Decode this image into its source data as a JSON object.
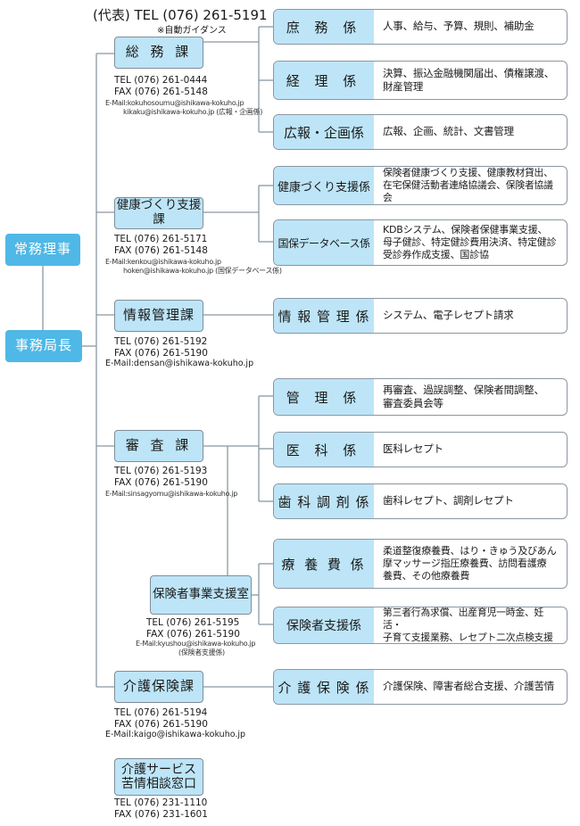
{
  "header": {
    "main_tel": "(代表) TEL (076) 261-5191",
    "auto_guidance": "※自動ガイダンス"
  },
  "executive": {
    "director": "常務理事",
    "secretary_general": "事務局長"
  },
  "divisions": {
    "soumu": {
      "name": "総 務 課",
      "tel": "TEL (076) 261-0444",
      "fax": "FAX (076) 261-5148",
      "mail1": "E-Mail:kokuhosoumu@ishikawa-kokuho.jp",
      "mail2": "kikaku@ishikawa-kokuho.jp (広報・企画係)"
    },
    "kenkou": {
      "name": "健康づくり支援課",
      "tel": "TEL (076) 261-5171",
      "fax": "FAX (076) 261-5148",
      "mail1": "E-Mail:kenkou@ishikawa-kokuho.jp",
      "mail2": "hoken@ishikawa-kokuho.jp (国保データベース係)"
    },
    "jouhou": {
      "name": "情報管理課",
      "tel": "TEL (076) 261-5192",
      "fax": "FAX (076) 261-5190",
      "mail1": "E-Mail:densan@ishikawa-kokuho.jp"
    },
    "shinsa": {
      "name": "審 査 課",
      "tel": "TEL (076) 261-5193",
      "fax": "FAX (076) 261-5190",
      "mail1": "E-Mail:sinsagyomu@ishikawa-kokuho.jp"
    },
    "hokensha": {
      "name": "保険者事業支援室",
      "tel": "TEL (076) 261-5195",
      "fax": "FAX (076) 261-5190",
      "mail1": "E-Mail:kyushou@ishikawa-kokuho.jp",
      "mail2": "(保険者支援係)"
    },
    "kaigo": {
      "name": "介護保険課",
      "tel": "TEL (076) 261-5194",
      "fax": "FAX (076) 261-5190",
      "mail1": "E-Mail:kaigo@ishikawa-kokuho.jp"
    },
    "kaigo_service": {
      "name1": "介護サービス",
      "name2": "苦情相談窓口",
      "tel": "TEL (076) 231-1110",
      "fax": "FAX (076) 231-1601"
    }
  },
  "sections": [
    {
      "name": "庶 務 係",
      "duties": [
        "人事、給与、予算、規則、補助金"
      ]
    },
    {
      "name": "経 理 係",
      "duties": [
        "決算、振込金融機関届出、債権譲渡、",
        "財産管理"
      ]
    },
    {
      "name": "広報・企画係",
      "duties": [
        "広報、企画、統計、文書管理"
      ]
    },
    {
      "name": "健康づくり支援係",
      "duties": [
        "保険者健康づくり支援、健康教材貸出、",
        "在宅保健活動者連絡協議会、保険者協議会"
      ]
    },
    {
      "name": "国保データベース係",
      "duties": [
        "KDBシステム、保険者保健事業支援、",
        "母子健診、特定健診費用決済、特定健診",
        "受診券作成支援、国診協"
      ]
    },
    {
      "name": "情 報 管 理 係",
      "duties": [
        "システム、電子レセプト請求"
      ]
    },
    {
      "name": "管 理 係",
      "duties": [
        "再審査、過誤調整、保険者間調整、",
        "審査委員会等"
      ]
    },
    {
      "name": "医 科 係",
      "duties": [
        "医科レセプト"
      ]
    },
    {
      "name": "歯 科 調 剤 係",
      "duties": [
        "歯科レセプト、調剤レセプト"
      ]
    },
    {
      "name": "療 養 費 係",
      "duties": [
        "柔道整復療養費、はり・きゅう及びあん",
        "摩マッサージ指圧療養費、訪問看護療",
        "養費、その他療養費"
      ]
    },
    {
      "name": "保険者支援係",
      "duties": [
        "第三者行為求償、出産育児一時金、妊活・",
        "子育て支援業務、レセプト二次点検支援"
      ]
    },
    {
      "name": "介 護 保 険 係",
      "duties": [
        "介護保険、障害者総合支援、介護苦情"
      ]
    }
  ]
}
